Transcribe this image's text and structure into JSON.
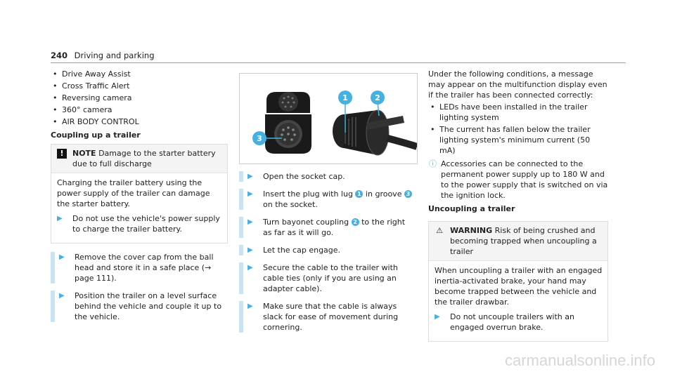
{
  "header": {
    "page_number": "240",
    "section": "Driving and parking"
  },
  "col1": {
    "bullets": [
      "Drive Away Assist",
      "Cross Traffic Alert",
      "Reversing camera",
      "360° camera",
      "AIR BODY CONTROL"
    ],
    "heading": "Coupling up a trailer",
    "note": {
      "icon": "!",
      "label": "NOTE",
      "title": "Damage to the starter battery due to full discharge",
      "body": "Charging the trailer battery using the power supply of the trailer can damage the starter battery.",
      "step": "Do not use the vehicle's power supply to charge the trailer battery."
    },
    "steps": [
      "Remove the cover cap from the ball head and store it in a safe place (→ page 111).",
      "Position the trailer on a level surface behind the vehicle and couple it up to the vehicle."
    ]
  },
  "col2": {
    "figure_callouts": [
      "1",
      "2",
      "3"
    ],
    "steps": [
      {
        "a": "Open the socket cap.",
        "b": "",
        "c": "",
        "d": "",
        "e": ""
      },
      {
        "a": "Insert the plug with lug ",
        "b": "1",
        "c": " in groove ",
        "d": "3",
        "e": " on the socket."
      },
      {
        "a": "Turn bayonet coupling ",
        "b": "2",
        "c": " to the right as far as it will go.",
        "d": "",
        "e": ""
      },
      {
        "a": "Let the cap engage.",
        "b": "",
        "c": "",
        "d": "",
        "e": ""
      },
      {
        "a": "Secure the cable to the trailer with cable ties (only if you are using an adapter cable).",
        "b": "",
        "c": "",
        "d": "",
        "e": ""
      },
      {
        "a": "Make sure that the cable is always slack for ease of movement during cornering.",
        "b": "",
        "c": "",
        "d": "",
        "e": ""
      }
    ]
  },
  "col3": {
    "intro": "Under the following conditions, a message may appear on the multifunction display even if the trailer has been connected correctly:",
    "bullets": [
      "LEDs have been installed in the trailer lighting system",
      "The current has fallen below the trailer lighting system's minimum current (50 mA)"
    ],
    "info": "Accessories can be connected to the permanent power supply up to 180 W and to the power supply that is switched on via the ignition lock.",
    "heading": "Uncoupling a trailer",
    "warning": {
      "icon": "⚠",
      "label": "WARNING",
      "title": "Risk of being crushed and becoming trapped when uncoupling a trailer",
      "body": "When uncoupling a trailer with an engaged inertia-activated brake, your hand may become trapped between the vehicle and the trailer drawbar.",
      "step": "Do not uncouple trailers with an engaged overrun brake."
    }
  },
  "watermark": "carmanualsonline.info"
}
